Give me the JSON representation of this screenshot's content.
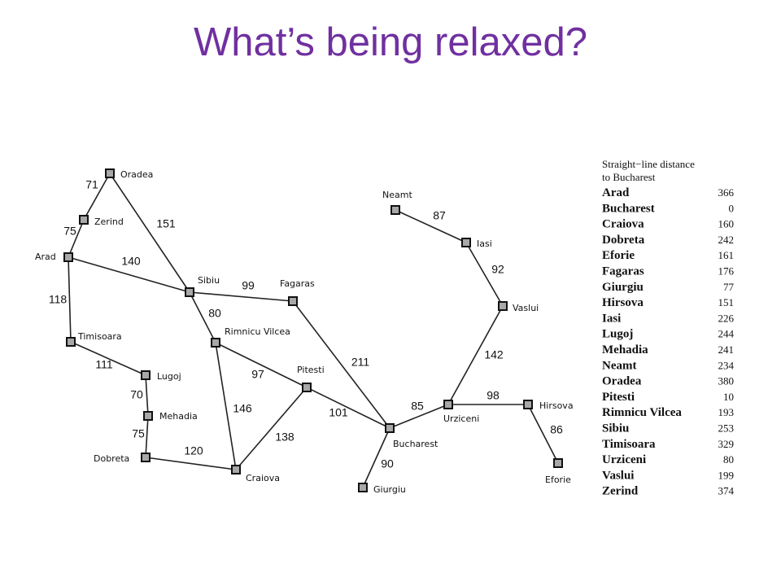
{
  "title": "What’s being relaxed?",
  "colors": {
    "title": "#7030a0",
    "node_fill": "#a8a8a8"
  },
  "cities": {
    "arad": "Arad",
    "zerind": "Zerind",
    "oradea": "Oradea",
    "sibiu": "Sibiu",
    "timisoara": "Timisoara",
    "lugoj": "Lugoj",
    "mehadia": "Mehadia",
    "dobreta": "Dobreta",
    "craiova": "Craiova",
    "rimnicu": "Rimnicu Vilcea",
    "fagaras": "Fagaras",
    "pitesti": "Pitesti",
    "bucharest": "Bucharest",
    "giurgiu": "Giurgiu",
    "urziceni": "Urziceni",
    "hirsova": "Hirsova",
    "eforie": "Eforie",
    "vaslui": "Vaslui",
    "iasi": "Iasi",
    "neamt": "Neamt"
  },
  "roads": [
    {
      "from": "oradea",
      "to": "zerind",
      "distance": "71"
    },
    {
      "from": "zerind",
      "to": "arad",
      "distance": "75"
    },
    {
      "from": "oradea",
      "to": "sibiu",
      "distance": "151"
    },
    {
      "from": "arad",
      "to": "sibiu",
      "distance": "140"
    },
    {
      "from": "arad",
      "to": "timisoara",
      "distance": "118"
    },
    {
      "from": "timisoara",
      "to": "lugoj",
      "distance": "111"
    },
    {
      "from": "lugoj",
      "to": "mehadia",
      "distance": "70"
    },
    {
      "from": "mehadia",
      "to": "dobreta",
      "distance": "75"
    },
    {
      "from": "dobreta",
      "to": "craiova",
      "distance": "120"
    },
    {
      "from": "sibiu",
      "to": "fagaras",
      "distance": "99"
    },
    {
      "from": "sibiu",
      "to": "rimnicu",
      "distance": "80"
    },
    {
      "from": "rimnicu",
      "to": "pitesti",
      "distance": "97"
    },
    {
      "from": "rimnicu",
      "to": "craiova",
      "distance": "146"
    },
    {
      "from": "craiova",
      "to": "pitesti",
      "distance": "138"
    },
    {
      "from": "pitesti",
      "to": "bucharest",
      "distance": "101"
    },
    {
      "from": "fagaras",
      "to": "bucharest",
      "distance": "211"
    },
    {
      "from": "bucharest",
      "to": "giurgiu",
      "distance": "90"
    },
    {
      "from": "bucharest",
      "to": "urziceni",
      "distance": "85"
    },
    {
      "from": "urziceni",
      "to": "hirsova",
      "distance": "98"
    },
    {
      "from": "hirsova",
      "to": "eforie",
      "distance": "86"
    },
    {
      "from": "urziceni",
      "to": "vaslui",
      "distance": "142"
    },
    {
      "from": "vaslui",
      "to": "iasi",
      "distance": "92"
    },
    {
      "from": "iasi",
      "to": "neamt",
      "distance": "87"
    }
  ],
  "sld_table": {
    "header_line1": "Straight−line distance",
    "header_line2": "to Bucharest",
    "rows": [
      {
        "city": "Arad",
        "value": "366"
      },
      {
        "city": "Bucharest",
        "value": "0"
      },
      {
        "city": "Craiova",
        "value": "160"
      },
      {
        "city": "Dobreta",
        "value": "242"
      },
      {
        "city": "Eforie",
        "value": "161"
      },
      {
        "city": "Fagaras",
        "value": "176"
      },
      {
        "city": "Giurgiu",
        "value": "77"
      },
      {
        "city": "Hirsova",
        "value": "151"
      },
      {
        "city": "Iasi",
        "value": "226"
      },
      {
        "city": "Lugoj",
        "value": "244"
      },
      {
        "city": "Mehadia",
        "value": "241"
      },
      {
        "city": "Neamt",
        "value": "234"
      },
      {
        "city": "Oradea",
        "value": "380"
      },
      {
        "city": "Pitesti",
        "value": "10"
      },
      {
        "city": "Rimnicu Vilcea",
        "value": "193"
      },
      {
        "city": "Sibiu",
        "value": "253"
      },
      {
        "city": "Timisoara",
        "value": "329"
      },
      {
        "city": "Urziceni",
        "value": "80"
      },
      {
        "city": "Vaslui",
        "value": "199"
      },
      {
        "city": "Zerind",
        "value": "374"
      }
    ]
  }
}
